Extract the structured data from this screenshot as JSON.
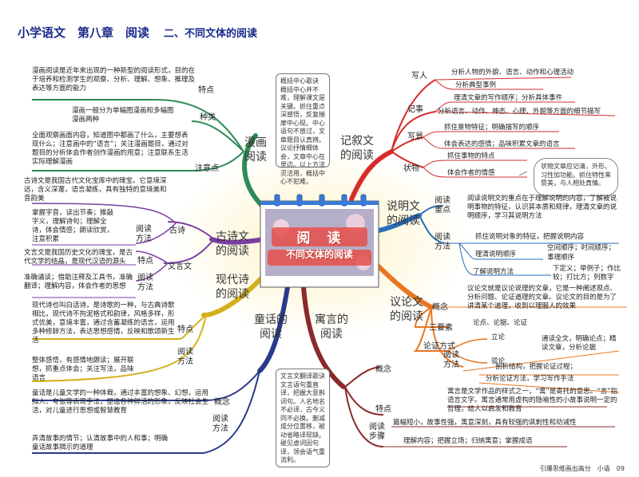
{
  "header": {
    "title": "小学语文　第八章　阅读",
    "subtitle": "二、不同文体的阅读"
  },
  "center": {
    "title": "阅　读",
    "subtitle": "不同文体的阅读"
  },
  "footer": "引爆思维画出高分　小语　09",
  "topics": {
    "comic": "漫画\n阅读",
    "narrative": "记叙文\n的阅读",
    "expository": "说明文\n的阅读",
    "poetry": "古诗文\n的阅读",
    "modern_poetry": "现代诗\n的阅读",
    "argument": "议论文\n的阅读",
    "fairy": "童话的\n阅读",
    "fable": "寓言的\n阅读"
  },
  "comic": {
    "feature_label": "特点",
    "feature_text": "漫画阅读是近年来出现的一种新型的阅读形式，目的在于培养和检测学生的观察、分析、理解、想象、推理及表达等方面的能力",
    "kinds_label": "种类",
    "kinds_text": "漫画一般分为单幅图漫画和多幅图漫画两种",
    "attention_label": "注意点",
    "attention_text": "全面观察画面内容，知道图中都画了什么，主要想表现什么；注意画中的“语言”；关注漫画题目，通过对题目的分析体会作者创作漫画的用意；注意联系生活实际理解漫画"
  },
  "poetry": {
    "classic_intro": "古诗文是我国古代文化宝库中的瑰宝。它意境深远，含义深邃，语言凝练，具有独特的意境美和音韵美",
    "gushi_label": "古诗",
    "gushi_method_label": "阅读\n方法",
    "gushi_method": "掌握字音，读出节奏；推敲字义，理解诗句；理解全诗，体会情感；朗读欣赏，注意积累",
    "wenyan_label": "文言文",
    "wenyan_feature_label": "特点",
    "wenyan_feature": "文言文是我国历史文化的瑰宝，是古代文学的结晶，是现代汉语的源头",
    "wenyan_method_label": "阅读\n方法",
    "wenyan_method": "准确诵读；借助注释及工具书，准确翻译；理解内容，体会作者的思想"
  },
  "modern": {
    "feature_label": "特点",
    "feature": "现代诗也叫白话诗，是诗歌的一种，与古典诗歌相比，现代诗不拘泥格式和韵律，风格多样，形式优美，意境丰富，通过含蓄凝练的语言，运用多种修辞方法，表达思想感情，反映和歌颂新生活",
    "method_label": "阅读\n方法",
    "method": "整体感悟，有感情地朗读；展开联想，抓重点体会；关注写法，品味语言"
  },
  "fairy": {
    "concept_label": "概念",
    "concept": "童话是儿童文学的一种体裁，通过丰富的想象、幻想，运用拟人、夸张等表现手法，塑造各种鲜活的形象，反映社会生活，对儿童进行思想或智慧教育",
    "method_label": "阅读\n方法",
    "method": "弄清故事的情节；认清故事中的人和事；明确童话故事揭示的道理"
  },
  "narrative": {
    "person_label": "写人",
    "person_1": "分析人物的外貌、语言、动作和心理活动",
    "person_2": "分析典型事例",
    "event_label": "记事",
    "event_1": "理清文章的写作顺序；分析具体事件",
    "event_2": "分析语言、动作、神态、心理、外貌等方面的细节描写",
    "scene_label": "写景",
    "scene_1": "抓住景物特征；明确描写的顺序",
    "scene_2": "体会表达的感情；品味积累文章的语言",
    "object_label": "状物",
    "object_1": "抓住事物的特点",
    "object_2": "体会作者的情感",
    "object_note": "状物文章应记清，外形、习性加功能。抓住特性来赞美，与人相处真情。"
  },
  "expository": {
    "focus_label": "阅读\n重点",
    "focus": "阅读说明文的重点在于理解说明的内容，了解被说明事物的特征，认识其本质和规律，理清文章的说明顺序，学习其说明方法",
    "method_label": "阅读\n方法",
    "method_1": "抓住说明对象的特征，把握说明内容",
    "method_2": "理清说明顺序",
    "order_1": "空间顺序；时间顺序；",
    "order_2": "事理顺序",
    "method_3": "了解说明方法",
    "ways": "下定义；举例子；作比较；打比方；列数字"
  },
  "argument": {
    "concept_label": "概念",
    "concept": "议论文就是议论说理的文章，它是一种阐述观点、分析问题、论证道理的文章。议论文的目的是为了讲清某个道理，收到以理服人的效果",
    "elements_label": "三要素",
    "elements": "论点、论据、论证",
    "proof_label": "论证方式",
    "proof_1": "立论",
    "proof_2": "驳论",
    "method_label": "阅读\n方法",
    "method_1": "通读全文，明确论点；精读文章，分析论据",
    "method_2": "剖析结构，把握论证过程；",
    "method_3": "分析论证方法，学习写作手法"
  },
  "fable": {
    "concept_label": "概念",
    "concept": "寓言是文学作品的样式之一，“寓”是寄托的意思。“言”指语言文字。寓言通常用虚构的隐喻性的小故事说明一定的哲理，给人以启发和教育",
    "feature_label": "特点",
    "feature": "篇幅短小，故事性强，寓意深刻，具有较强的讽刺性和劝诫性",
    "steps_label": "阅读\n步骤",
    "steps": "理解内容；把握立场；归纳寓意；掌握成语"
  },
  "tips": {
    "top_note": "概括中心歌诀　概括中心并不难，理解课文是关键。抓住重点深感悟，反复揣摩中心现。中心语句不放过，文章题目认真辨。议论抒情细体会，文章中心在里边。以上方法灵活用，概括中心不犯难。",
    "bottom_note": "文言文翻译歌诀　文言语句重直译，把握大意斟词句。人名地名不必译，古今义同不必换。删减成分位置移，被动省略译现缺。碰见虚词因句译，领会语气重流利。"
  }
}
